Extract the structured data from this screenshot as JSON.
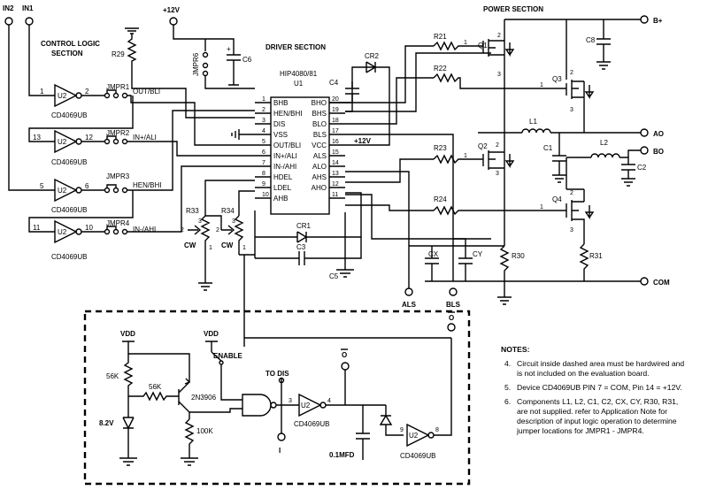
{
  "section_titles": {
    "control": [
      "CONTROL LOGIC",
      "SECTION"
    ],
    "driver": "DRIVER SECTION",
    "power": "POWER SECTION"
  },
  "terminals": {
    "in2": "IN2",
    "in1": "IN1",
    "vplus": "+12V",
    "bplus": "B+",
    "ao": "AO",
    "bo": "BO",
    "com": "COM",
    "als": "ALS",
    "bls": "BLS"
  },
  "ic": {
    "part": "HIP4080/81",
    "ref": "U1",
    "left_pins": [
      {
        "num": "1",
        "name": "BHB"
      },
      {
        "num": "2",
        "name": "HEN/BHI"
      },
      {
        "num": "3",
        "name": "DIS"
      },
      {
        "num": "4",
        "name": "VSS"
      },
      {
        "num": "5",
        "name": "OUT/BLI"
      },
      {
        "num": "6",
        "name": "IN+/ALI"
      },
      {
        "num": "7",
        "name": "IN-/AHI"
      },
      {
        "num": "8",
        "name": "HDEL"
      },
      {
        "num": "9",
        "name": "LDEL"
      },
      {
        "num": "10",
        "name": "AHB"
      }
    ],
    "right_pins": [
      {
        "num": "20",
        "name": "BHO"
      },
      {
        "num": "19",
        "name": "BHS"
      },
      {
        "num": "18",
        "name": "BLO"
      },
      {
        "num": "17",
        "name": "BLS"
      },
      {
        "num": "16",
        "name": "VCC"
      },
      {
        "num": "15",
        "name": "ALS"
      },
      {
        "num": "14",
        "name": "ALO"
      },
      {
        "num": "13",
        "name": "AHS"
      },
      {
        "num": "12",
        "name": "AHO"
      },
      {
        "num": "11",
        "name": ""
      }
    ],
    "vcc_supply": "+12V"
  },
  "inverters": [
    {
      "ref": "U2",
      "part": "CD4069UB",
      "in_pin": "1",
      "out_pin": "2",
      "jumper": "JMPR1",
      "signal": "OUT/BLI"
    },
    {
      "ref": "U2",
      "part": "CD4069UB",
      "in_pin": "13",
      "out_pin": "12",
      "jumper": "JMPR2",
      "signal": "IN+/ALI"
    },
    {
      "ref": "U2",
      "part": "CD4069UB",
      "in_pin": "5",
      "out_pin": "6",
      "jumper": "JMPR3",
      "signal": "HEN/BHI"
    },
    {
      "ref": "U2",
      "part": "CD4069UB",
      "in_pin": "11",
      "out_pin": "10",
      "jumper": "JMPR4",
      "signal": "IN-/AHI"
    }
  ],
  "components": {
    "r29": "R29",
    "jmpr6": "JMPR6",
    "c6": "C6",
    "c4": "C4",
    "cr2": "CR2",
    "cr1": "CR1",
    "c3": "C3",
    "c5": "C5",
    "r33": "R33",
    "r34": "R34",
    "cw": "CW",
    "r21": "R21",
    "r22": "R22",
    "r23": "R23",
    "r24": "R24",
    "q1": "Q1",
    "q2": "Q2",
    "q3": "Q3",
    "q4": "Q4",
    "c8": "C8",
    "l1": "L1",
    "l2": "L2",
    "c1": "C1",
    "c2": "C2",
    "cx": "CX",
    "cy": "CY",
    "r30": "R30",
    "r31": "R31"
  },
  "pin_numbers": {
    "one": "1",
    "two": "2",
    "three": "3",
    "plus": "+"
  },
  "hardwired": {
    "vdd": "VDD",
    "enable": "ENABLE",
    "to_dis": "TO DIS",
    "r56k_a": "56K",
    "r56k_b": "56K",
    "r100k": "100K",
    "zener": "8.2V",
    "transistor": "2N3906",
    "cap": "0.1MFD",
    "inv1": {
      "ref": "U2",
      "part": "CD4069UB",
      "in_pin": "3",
      "out_pin": "4"
    },
    "inv2": {
      "ref": "U2",
      "part": "CD4069UB",
      "in_pin": "9",
      "out_pin": "8"
    },
    "o_label": "O",
    "obar_label": "O",
    "i_label": "I"
  },
  "notes": {
    "title": "NOTES:",
    "items": [
      {
        "num": "4.",
        "lines": [
          "Circuit inside dashed area must be hardwired and",
          "is not included on the evaluation board."
        ]
      },
      {
        "num": "5.",
        "lines": [
          "Device CD4069UB PIN 7 = COM, Pin 14 = +12V."
        ]
      },
      {
        "num": "6.",
        "lines": [
          "Components L1, L2, C1, C2, CX, CY, R30, R31,",
          "are not supplied. refer to Application Note for",
          "description of input logic operation to determine",
          "jumper locations for JMPR1 - JMPR4."
        ]
      }
    ]
  }
}
